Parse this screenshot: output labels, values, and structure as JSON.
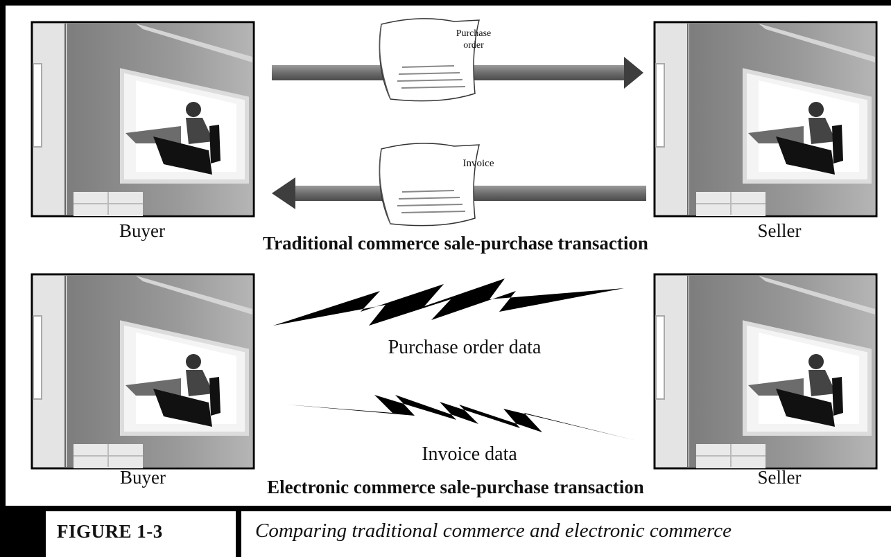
{
  "traditional": {
    "buyer_label": "Buyer",
    "seller_label": "Seller",
    "title": "Traditional commerce sale-purchase transaction",
    "document_top": [
      "Purchase",
      "order"
    ],
    "document_bottom": "Invoice"
  },
  "electronic": {
    "buyer_label": "Buyer",
    "seller_label": "Seller",
    "title": "Electronic commerce sale-purchase transaction",
    "signal_top": "Purchase order data",
    "signal_bottom": "Invoice data"
  },
  "caption": {
    "number": "FIGURE 1-3",
    "text": "Comparing traditional commerce and electronic commerce"
  },
  "colors": {
    "frame": "#000000",
    "arrow": "#7a7a7a",
    "building_wall": "#8c8c8c",
    "bolt": "#000000"
  }
}
